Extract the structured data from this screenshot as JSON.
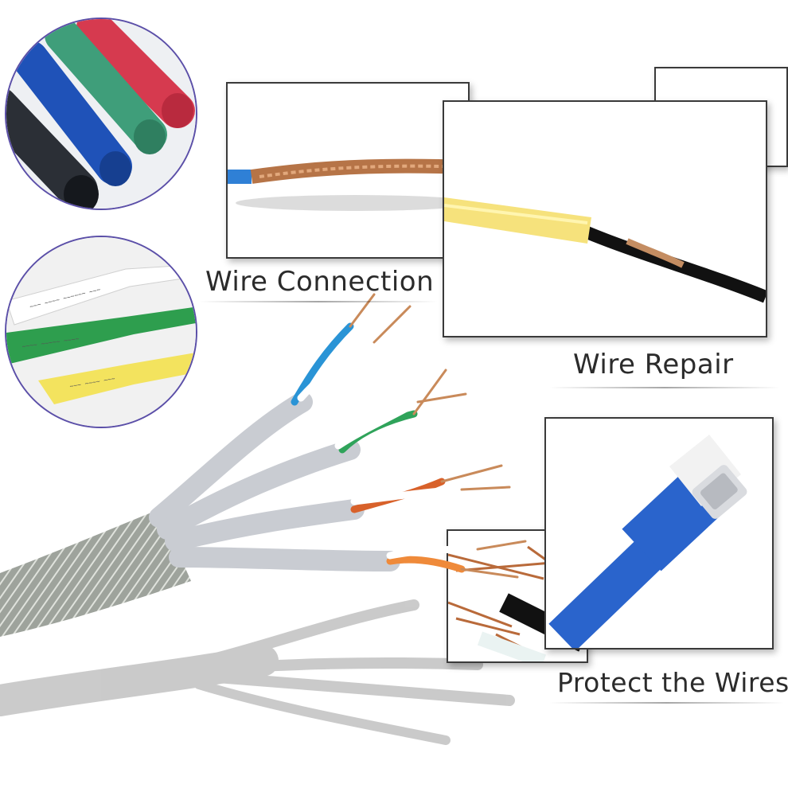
{
  "captions": {
    "wire_connection": "Wire Connection",
    "wire_repair": "Wire Repair",
    "protect_the_wires": "Protect the Wires"
  },
  "colors": {
    "tube_red": "#d63a4f",
    "tube_green": "#3f9e7a",
    "tube_blue": "#1f52b8",
    "tube_black": "#2b2f36",
    "tube_yellow": "#f2e37a",
    "cable_blue": "#2f6fd6",
    "copper": "#c98a5a",
    "foil": "#c9ccd2",
    "circle_border": "#5b4fa8"
  },
  "icons": [
    "heat-shrink-tubes",
    "labeled-sleeves",
    "twisted-pair-cable",
    "usb-connector"
  ]
}
